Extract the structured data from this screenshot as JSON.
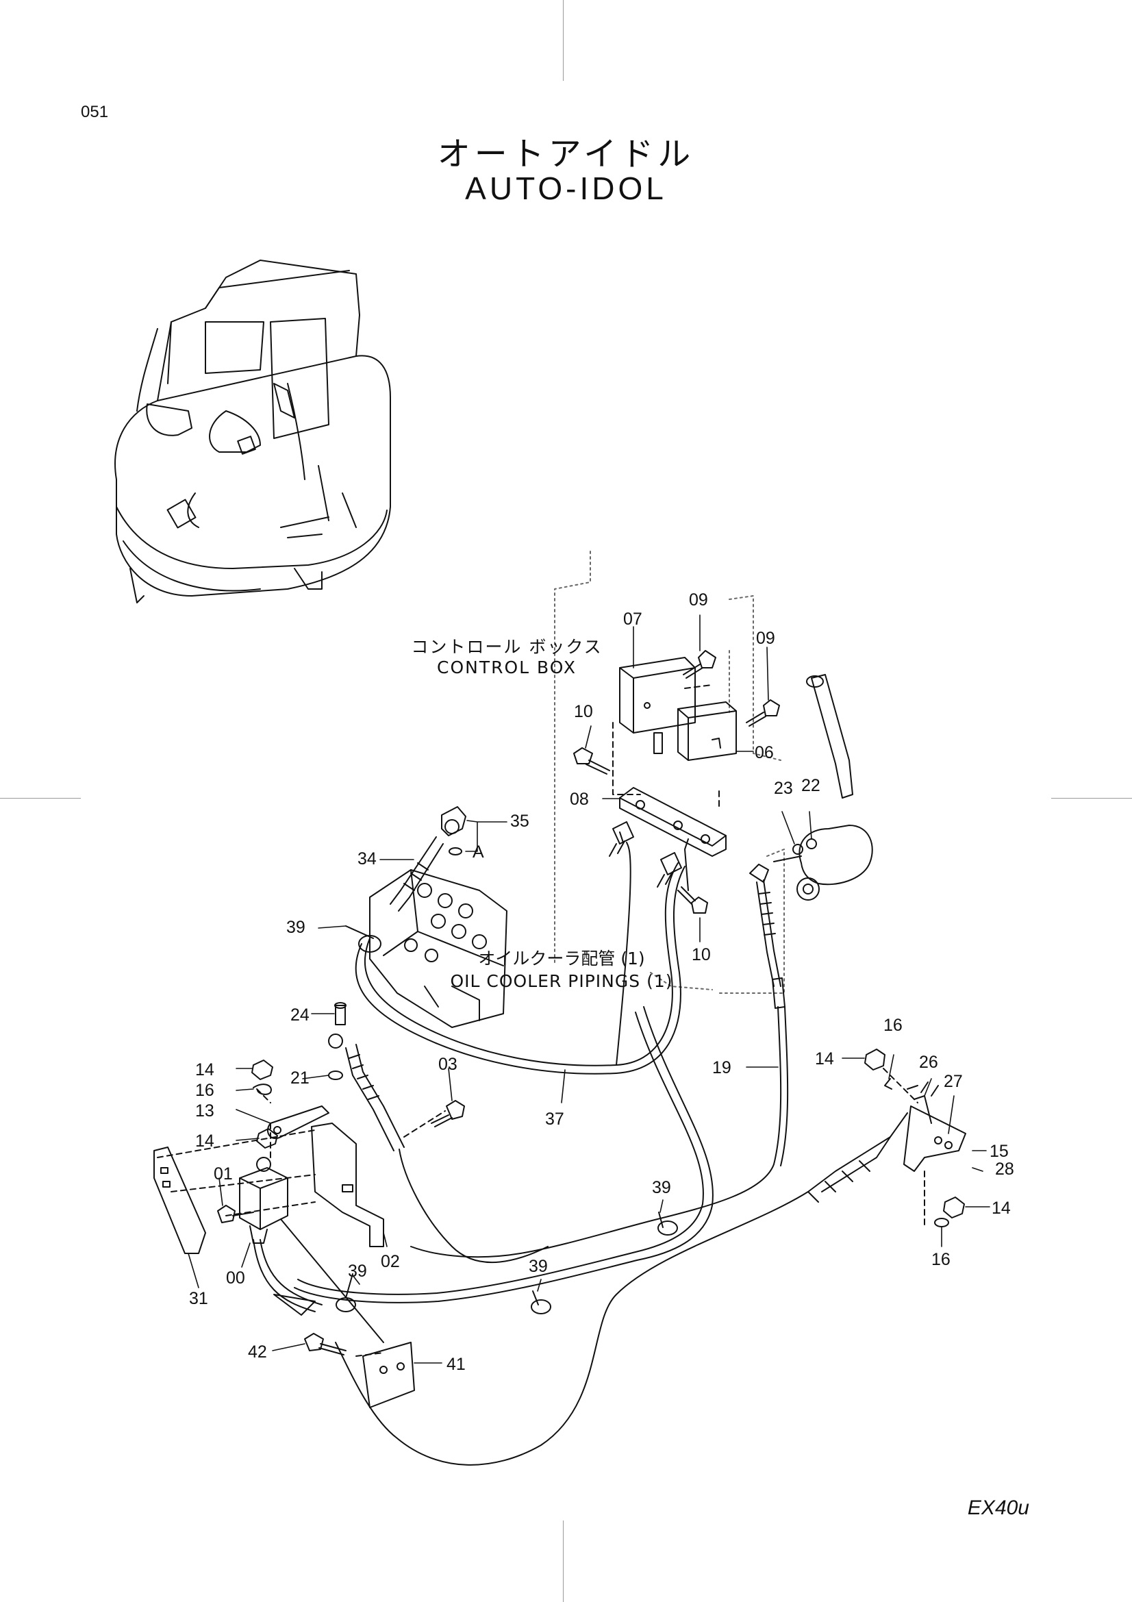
{
  "page": {
    "number": "051",
    "model": "EX40u"
  },
  "title": {
    "japanese": "オートアイドル",
    "english": "AUTO-IDOL"
  },
  "captions": {
    "control_box_jp": "コントロール ボックス",
    "control_box_en": "CONTROL BOX",
    "oil_cooler_jp": "オイルクーラ配管 (1)",
    "oil_cooler_en": "OIL COOLER PIPINGS (1)"
  },
  "callouts": {
    "c00": "00",
    "c01": "01",
    "c02": "02",
    "c03": "03",
    "c06": "06",
    "c07": "07",
    "c08": "08",
    "c09a": "09",
    "c09b": "09",
    "c10a": "10",
    "c10b": "10",
    "c13": "13",
    "c14a": "14",
    "c14b": "14",
    "c14c": "14",
    "c14d": "14",
    "c15": "15",
    "c16a": "16",
    "c16b": "16",
    "c16c": "16",
    "c19": "19",
    "c21": "21",
    "c22": "22",
    "c23": "23",
    "c24": "24",
    "c26": "26",
    "c27": "27",
    "c28": "28",
    "c31": "31",
    "c34": "34",
    "c35": "35",
    "c37": "37",
    "c39a": "39",
    "c39b": "39",
    "c39c": "39",
    "c39d": "39",
    "c41": "41",
    "c42": "42",
    "cA": "A"
  }
}
